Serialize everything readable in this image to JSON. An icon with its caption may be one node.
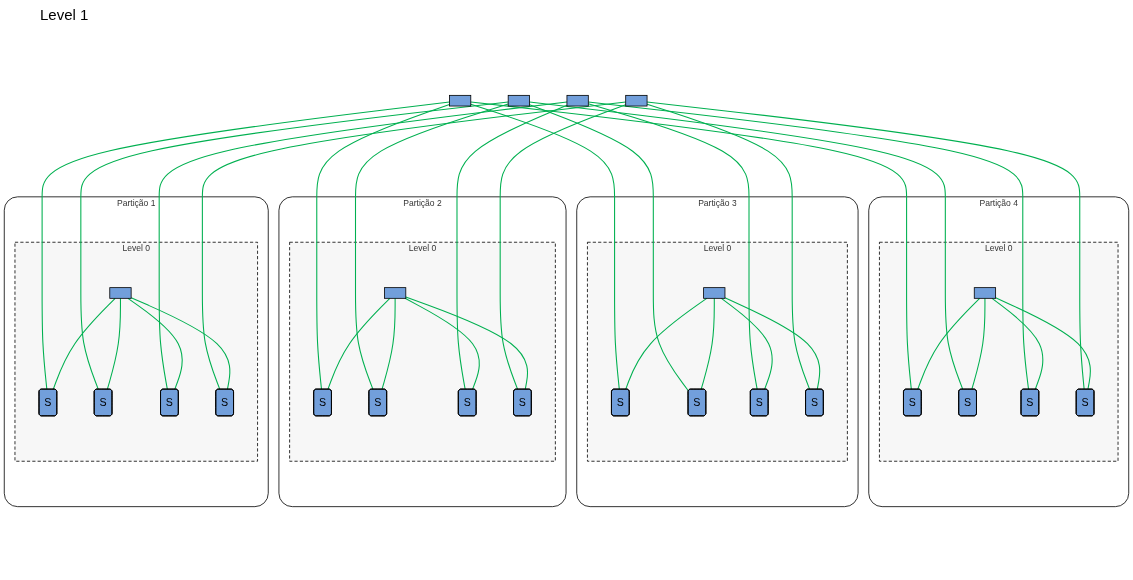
{
  "diagram": {
    "nodes": [
      {
        "text": [],
        "shape": "box"
      },
      {
        "text": [],
        "shape": "box"
      },
      {
        "text": [],
        "shape": "box"
      },
      {
        "text": [],
        "shape": "box"
      },
      {
        "text": [
          "Partição 1"
        ]
      },
      {
        "text": [
          "Level 0"
        ],
        "in": 4
      },
      {
        "text": [],
        "shape": "box",
        "in": 5
      },
      {
        "text": [
          "S"
        ],
        "in": 5
      },
      {
        "text": [
          "S"
        ],
        "in": 5
      },
      {
        "text": [
          "S"
        ],
        "in": 5
      },
      {
        "text": [
          "S"
        ],
        "in": 5
      },
      {
        "text": [
          "Partição 2"
        ]
      },
      {
        "text": [
          "Level 0"
        ],
        "in": 11
      },
      {
        "text": [],
        "shape": "box",
        "in": 12
      },
      {
        "text": [
          "S"
        ],
        "in": 12
      },
      {
        "text": [
          "S"
        ],
        "in": 12
      },
      {
        "text": [
          "S"
        ],
        "in": 12
      },
      {
        "text": [
          "S"
        ],
        "in": 12
      },
      {
        "text": [
          "Partição 3"
        ]
      },
      {
        "text": [
          "Level 0"
        ],
        "in": 18
      },
      {
        "text": [],
        "shape": "box",
        "in": 19
      },
      {
        "text": [
          "S"
        ],
        "in": 19
      },
      {
        "text": [
          "S"
        ],
        "in": 19
      },
      {
        "text": [
          "S"
        ],
        "in": 19
      },
      {
        "text": [
          "S"
        ],
        "in": 19
      },
      {
        "text": [
          "Partição 4"
        ]
      },
      {
        "text": [
          "Level 0"
        ],
        "in": 25
      },
      {
        "text": [],
        "shape": "box",
        "in": 26
      },
      {
        "text": [
          "S"
        ],
        "in": 26
      },
      {
        "text": [
          "S"
        ],
        "in": 26
      },
      {
        "text": [
          "S"
        ],
        "in": 26
      },
      {
        "text": [
          "S"
        ],
        "in": 26
      }
    ],
    "edges": [
      {
        "from": 0,
        "to": 7,
        "arrow": "none"
      },
      {
        "from": 0,
        "to": 14,
        "arrow": "none"
      },
      {
        "from": 0,
        "to": 21,
        "arrow": "none"
      },
      {
        "from": 0,
        "to": 28,
        "arrow": "none"
      },
      {
        "from": 1,
        "to": 8,
        "arrow": "none"
      },
      {
        "from": 1,
        "to": 15,
        "arrow": "none"
      },
      {
        "from": 1,
        "to": 22,
        "arrow": "none"
      },
      {
        "from": 1,
        "to": 29,
        "arrow": "none"
      },
      {
        "from": 2,
        "to": 9,
        "arrow": "none"
      },
      {
        "from": 2,
        "to": 16,
        "arrow": "none"
      },
      {
        "from": 2,
        "to": 23,
        "arrow": "none"
      },
      {
        "from": 2,
        "to": 30,
        "arrow": "none"
      },
      {
        "from": 3,
        "to": 10,
        "arrow": "none"
      },
      {
        "from": 3,
        "to": 17,
        "arrow": "none"
      },
      {
        "from": 3,
        "to": 24,
        "arrow": "none"
      },
      {
        "from": 3,
        "to": 31,
        "arrow": "none"
      },
      {
        "from": 6,
        "to": 7,
        "arrow": "none"
      },
      {
        "from": 6,
        "to": 8,
        "arrow": "none"
      },
      {
        "from": 6,
        "to": 9,
        "arrow": "none"
      },
      {
        "from": 6,
        "to": 10,
        "arrow": "none"
      },
      {
        "from": 13,
        "to": 14,
        "arrow": "none"
      },
      {
        "from": 13,
        "to": 15,
        "arrow": "none"
      },
      {
        "from": 13,
        "to": 16,
        "arrow": "none"
      },
      {
        "from": 13,
        "to": 17,
        "arrow": "none"
      },
      {
        "from": 20,
        "to": 21,
        "arrow": "none"
      },
      {
        "from": 20,
        "to": 22,
        "arrow": "none"
      },
      {
        "from": 20,
        "to": 23,
        "arrow": "none"
      },
      {
        "from": 20,
        "to": 24,
        "arrow": "none"
      },
      {
        "from": 27,
        "to": 28,
        "arrow": "none"
      },
      {
        "from": 27,
        "to": 29,
        "arrow": "none"
      },
      {
        "from": 27,
        "to": 30,
        "arrow": "none"
      },
      {
        "from": 27,
        "to": 31,
        "arrow": "none"
      }
    ],
    "labels": [
      "Level 1"
    ]
  }
}
